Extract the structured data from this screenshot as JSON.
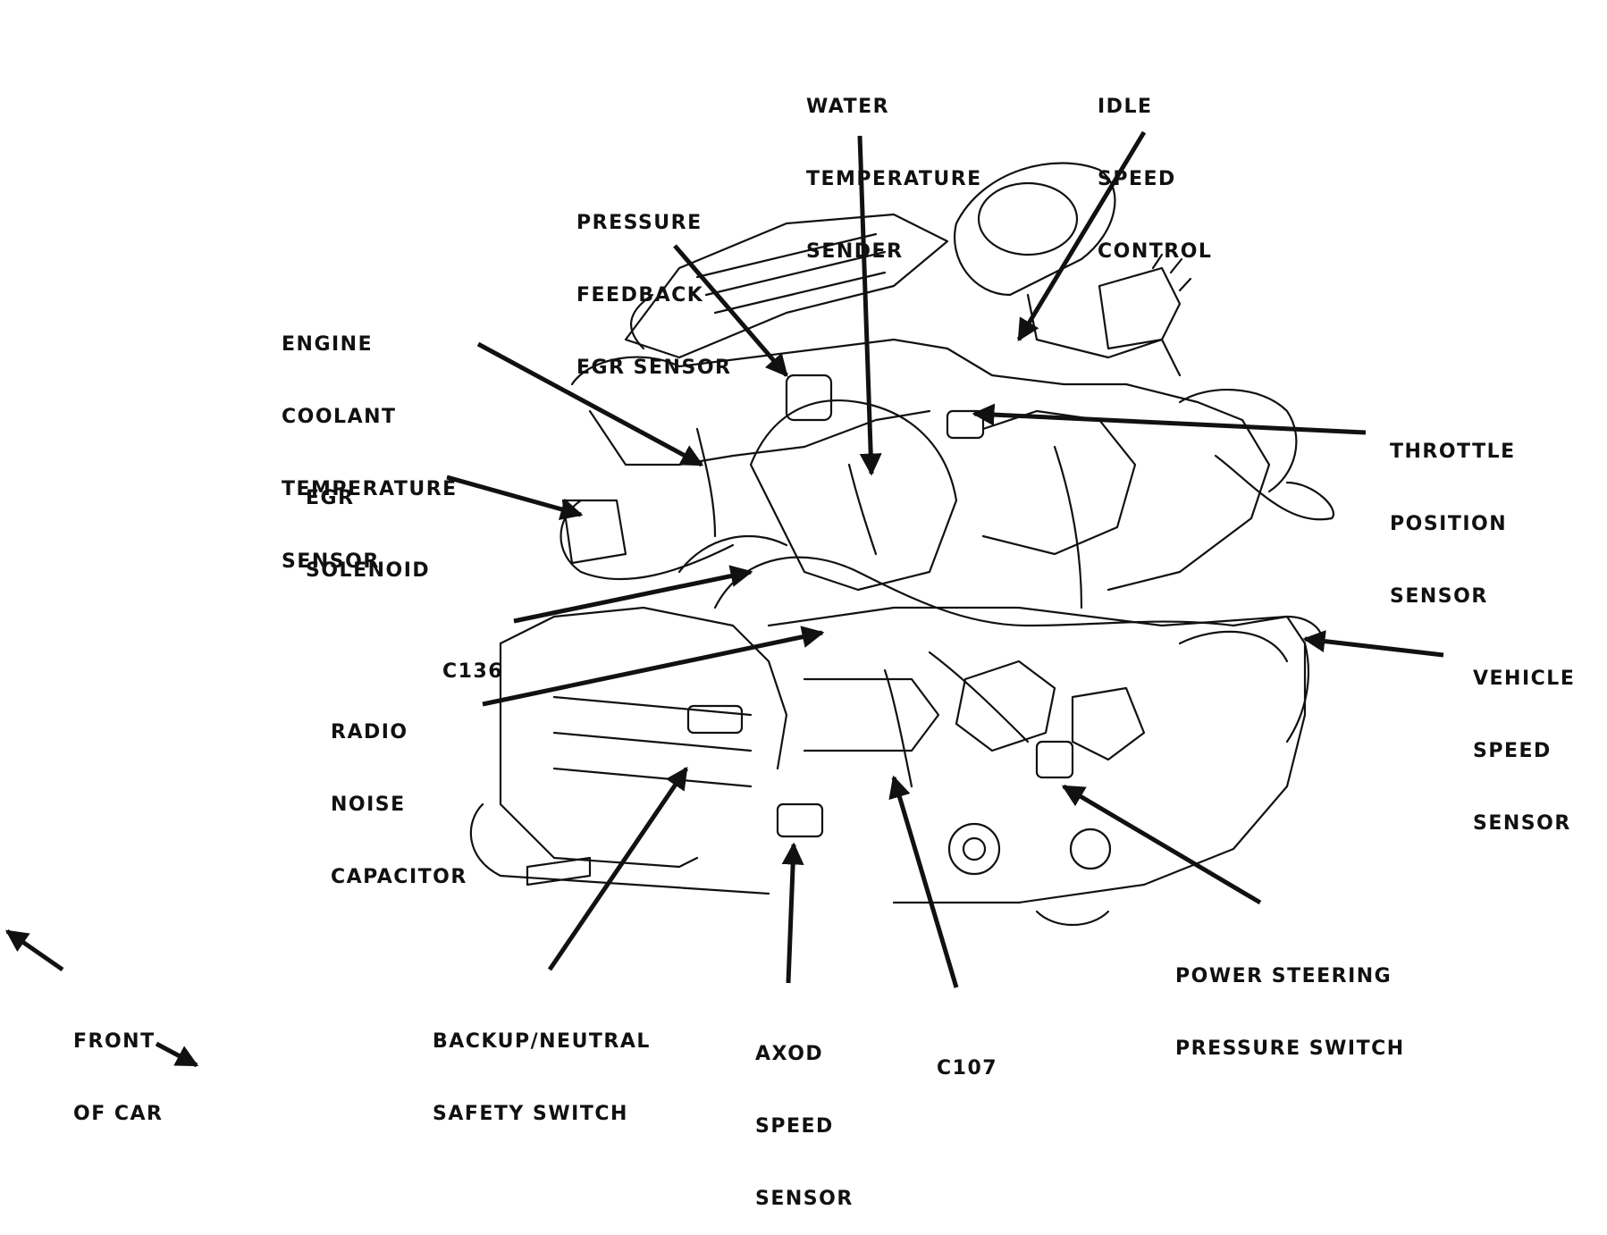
{
  "diagram": {
    "labels": {
      "water_temperature_sender": [
        "WATER",
        "TEMPERATURE",
        "SENDER"
      ],
      "idle_speed_control": [
        "IDLE",
        "SPEED",
        "CONTROL"
      ],
      "pressure_feedback_egr_sensor": [
        "PRESSURE",
        "FEEDBACK",
        "EGR SENSOR"
      ],
      "engine_coolant_temperature_sensor": [
        "ENGINE",
        "COOLANT",
        "TEMPERATURE",
        "SENSOR"
      ],
      "throttle_position_sensor": [
        "THROTTLE",
        "POSITION",
        "SENSOR"
      ],
      "egr_solenoid": [
        "EGR",
        "SOLENOID"
      ],
      "c136": [
        "C136"
      ],
      "vehicle_speed_sensor": [
        "VEHICLE",
        "SPEED",
        "SENSOR"
      ],
      "radio_noise_capacitor": [
        "RADIO",
        "NOISE",
        "CAPACITOR"
      ],
      "power_steering_pressure_switch": [
        "POWER STEERING",
        "PRESSURE SWITCH"
      ],
      "front_of_car": [
        "FRONT",
        "OF CAR"
      ],
      "backup_neutral_safety_switch": [
        "BACKUP/NEUTRAL",
        "SAFETY SWITCH"
      ],
      "axod_speed_sensor": [
        "AXOD",
        "SPEED",
        "SENSOR"
      ],
      "c107": [
        "C107"
      ]
    },
    "colors": {
      "ink": "#111111",
      "paper": "#ffffff"
    }
  }
}
